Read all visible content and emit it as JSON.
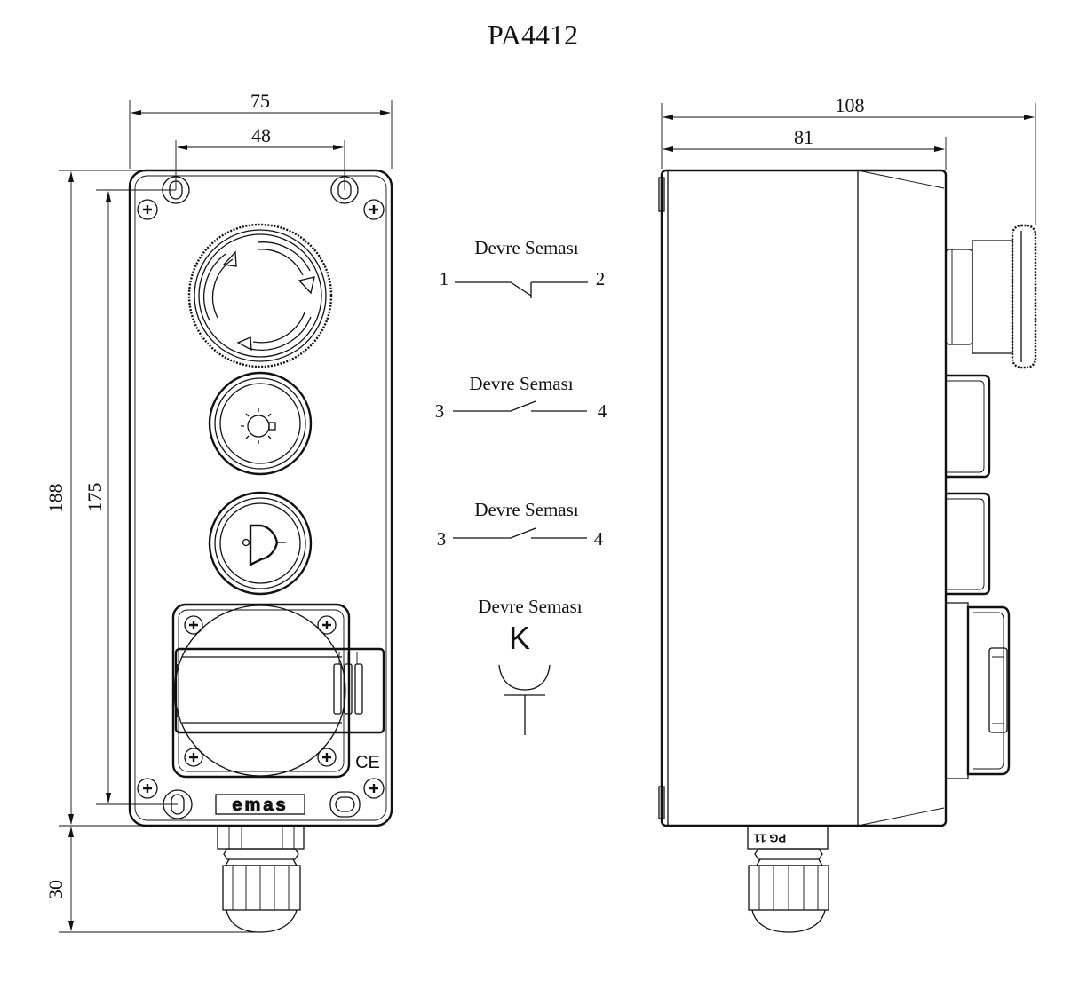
{
  "title": "PA4412",
  "front_view": {
    "width_outer": "75",
    "width_holes": "48",
    "height_outer": "188",
    "height_holes": "175",
    "gland_length": "30",
    "brand_logo": "emas",
    "ce_mark": "CE"
  },
  "side_view": {
    "depth_total": "108",
    "depth_body": "81",
    "gland_label": "PG 11"
  },
  "circuits": [
    {
      "title": "Devre Seması",
      "left": "1",
      "right": "2"
    },
    {
      "title": "Devre Seması",
      "left": "3",
      "right": "4"
    },
    {
      "title": "Devre Seması",
      "left": "3",
      "right": "4"
    },
    {
      "title": "Devre Seması",
      "symbol": "K"
    }
  ]
}
